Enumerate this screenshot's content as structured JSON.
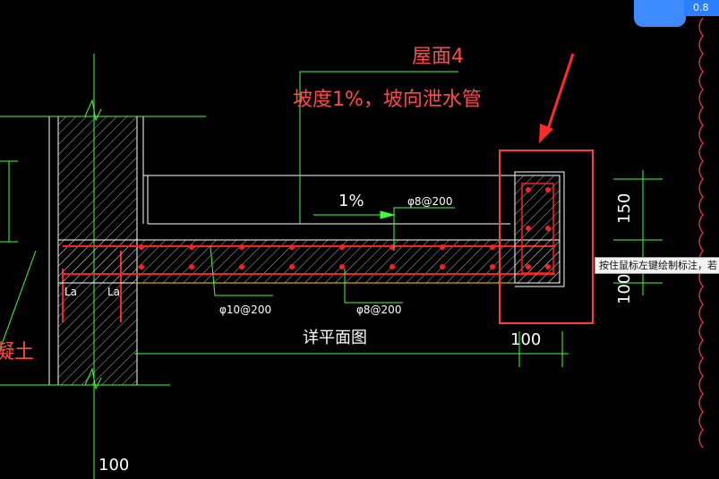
{
  "annotations": {
    "roof_title": "屋面4",
    "roof_desc": "坡度1%，坡向泄水管",
    "slope": "1%",
    "rebar_top": "φ8@200",
    "rebar_left": "φ10@200",
    "rebar_mid": "φ8@200",
    "plan_label": "详平面图",
    "dim_bottom_right": "100",
    "dim_bottom_left": "100",
    "dim_vertical_top": "150",
    "dim_vertical_bottom": "100",
    "left_partial": "凝土",
    "la_1": "La",
    "la_2": "La"
  },
  "status": {
    "tooltip": "按住鼠标左键绘制标注，若",
    "version_badge": "0.8"
  },
  "colors": {
    "background": "#000000",
    "highlight_box": "#ff3b3b",
    "arrow": "#ff2b2b",
    "dimension": "#3cff3c",
    "rebar": "#ff2020"
  }
}
